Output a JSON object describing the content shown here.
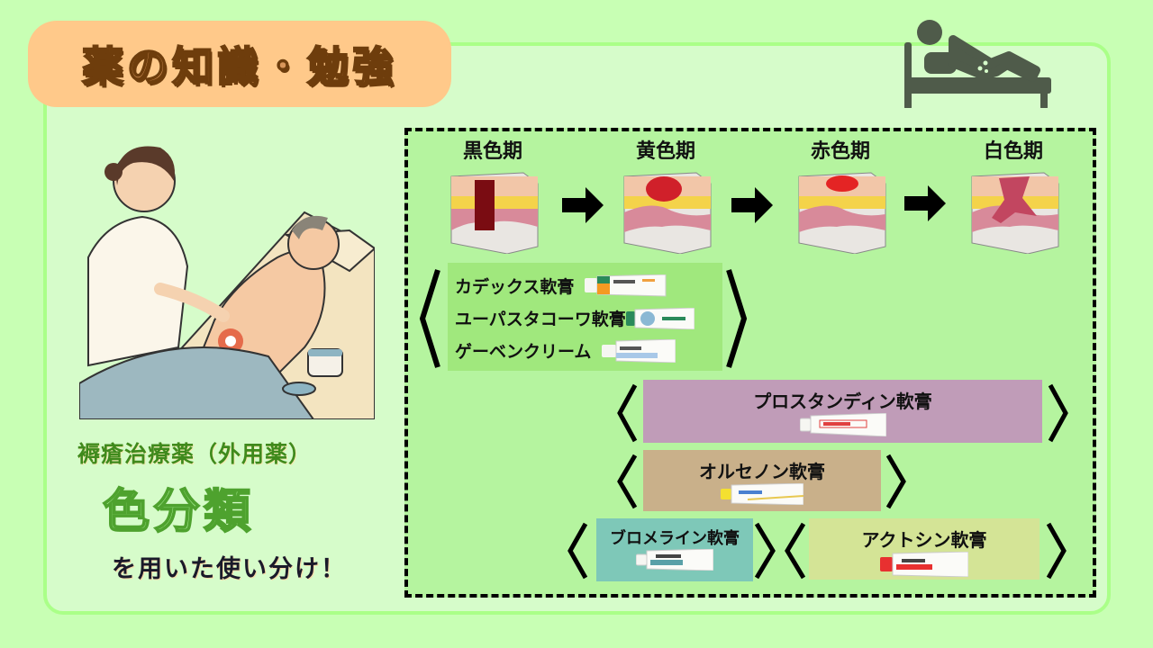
{
  "header": {
    "title": "薬の知識・勉強",
    "icon": "patient-in-bed-icon"
  },
  "left": {
    "illustration": "nurse-applying-ointment-to-patient-illustration",
    "caption_line1": "褥瘡治療薬（外用薬）",
    "caption_line2": "色分類",
    "caption_line3": "を用いた使い分け！"
  },
  "stages": [
    {
      "label": "黒色期",
      "wound_color": "#7a0c12"
    },
    {
      "label": "黄色期",
      "wound_color": "#d0202a"
    },
    {
      "label": "赤色期",
      "wound_color": "#e42424"
    },
    {
      "label": "白色期",
      "wound_color": "#c24660"
    }
  ],
  "arrows": [
    "right-arrow-icon",
    "right-arrow-icon",
    "right-arrow-icon"
  ],
  "groups": {
    "black_yellow": {
      "bg": "#a0e87d",
      "items": [
        {
          "label": "カデックス軟膏",
          "tube": "orange-green-tube"
        },
        {
          "label": "ユーパスタコーワ軟膏",
          "tube": "green-cap-blue-circle-tube"
        },
        {
          "label": "ゲーベンクリーム",
          "tube": "light-blue-band-tube"
        }
      ]
    },
    "prostandin": {
      "label": "プロスタンディン軟膏",
      "bg": "#c09cb8",
      "tube": "red-label-tube"
    },
    "olsenon": {
      "label": "オルセノン軟膏",
      "bg": "#c9b08a",
      "tube": "yellow-cap-tube"
    },
    "bromelain": {
      "label": "ブロメライン軟膏",
      "bg": "#7ec8b8",
      "tube": "teal-label-tube"
    },
    "actosin": {
      "label": "アクトシン軟膏",
      "bg": "#d4e496",
      "tube": "red-cap-tube"
    }
  },
  "colors": {
    "page_bg": "#c8ffb4",
    "panel_bg": "#d6fcca",
    "panel_border": "#aaff88",
    "title_pill": "#ffc98a",
    "dashed_area": "#b5f49f"
  }
}
